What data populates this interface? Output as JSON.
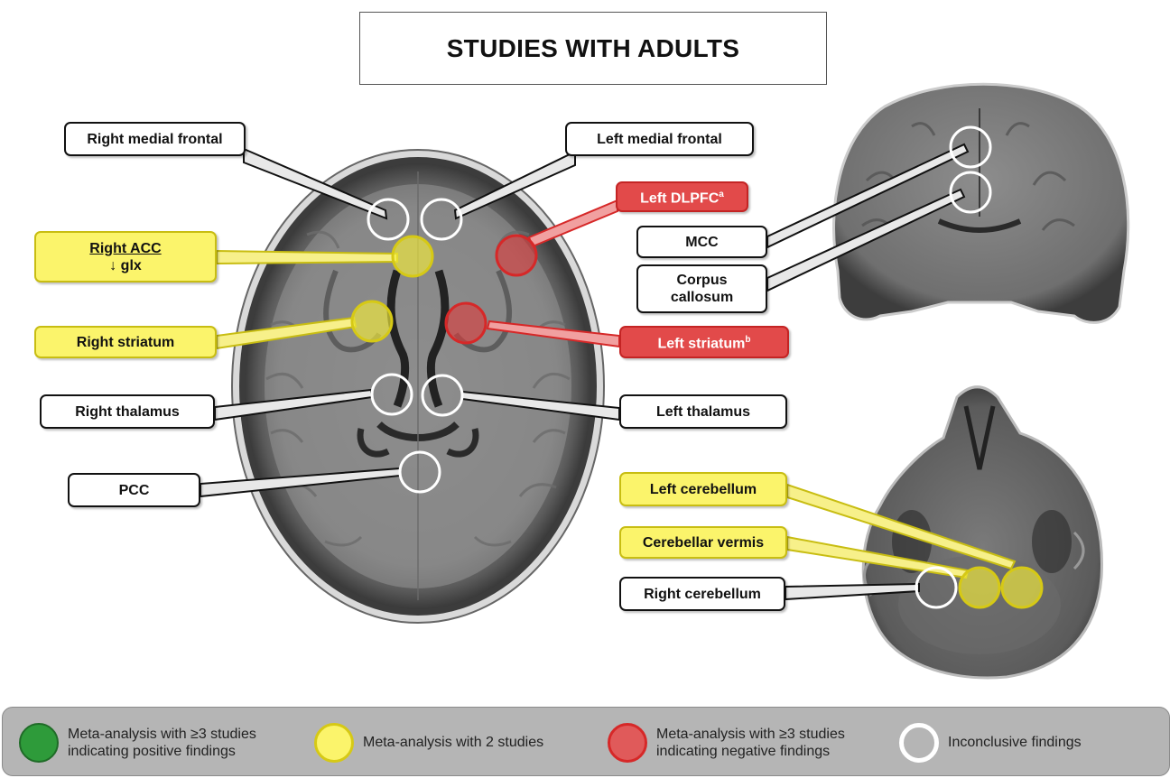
{
  "title": "STUDIES WITH ADULTS",
  "colors": {
    "yellow": "#fbf46b",
    "red": "#e24a4a",
    "green": "#2e9b3a",
    "white_circle": "#ffffff",
    "legend_bg": "#b5b5b5"
  },
  "labels": {
    "right_medial_frontal": "Right medial frontal",
    "left_medial_frontal": "Left medial frontal",
    "left_dlpfc": "Left DLPFC",
    "left_dlpfc_sup": "a",
    "right_acc": "Right ACC",
    "right_acc_sub": "↓ glx",
    "right_striatum": "Right striatum",
    "left_striatum": "Left striatum",
    "left_striatum_sup": "b",
    "right_thalamus": "Right thalamus",
    "left_thalamus": "Left thalamus",
    "pcc": "PCC",
    "mcc": "MCC",
    "corpus_callosum_1": "Corpus",
    "corpus_callosum_2": "callosum",
    "left_cerebellum": "Left cerebellum",
    "cerebellar_vermis": "Cerebellar vermis",
    "right_cerebellum": "Right cerebellum"
  },
  "legend": {
    "green": "Meta-analysis with ≥3 studies indicating positive findings",
    "yellow": "Meta-analysis with 2 studies",
    "red": "Meta-analysis with ≥3 studies indicating negative findings",
    "white": "Inconclusive findings"
  }
}
